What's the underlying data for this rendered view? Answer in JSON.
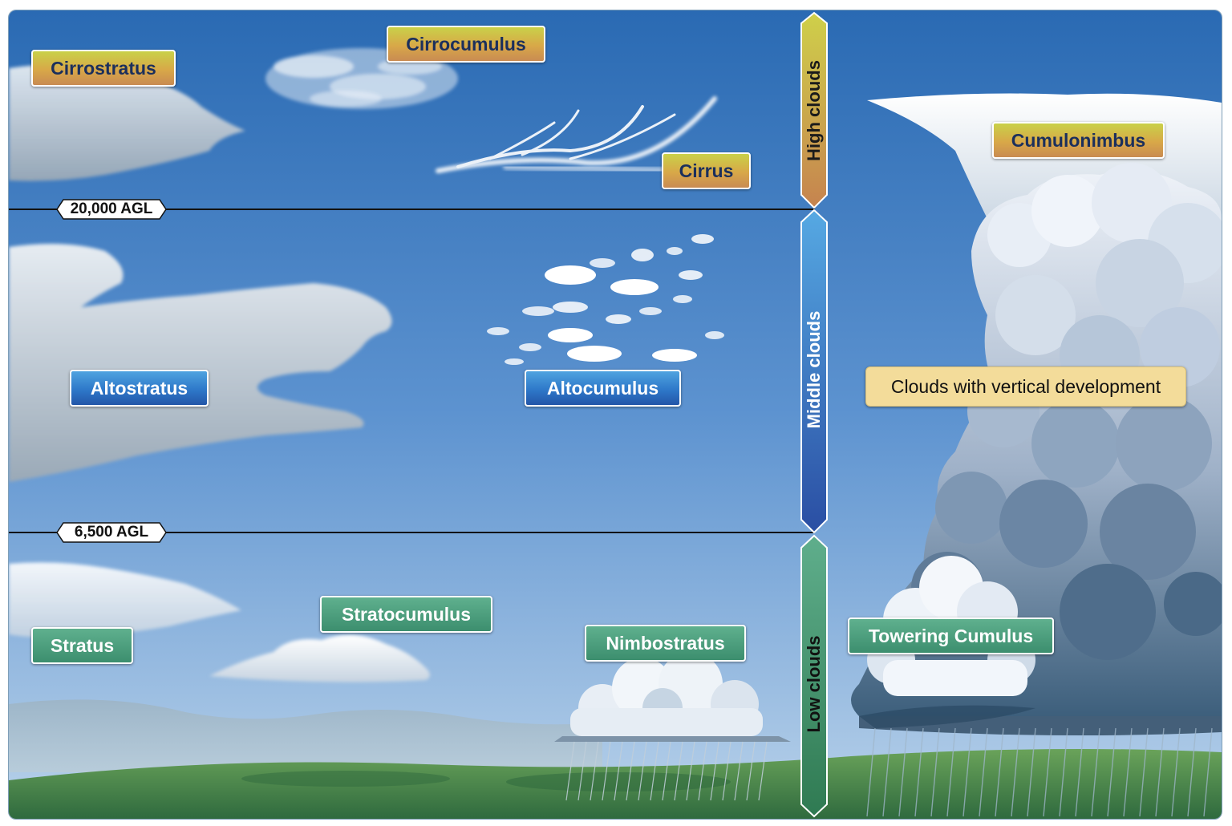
{
  "labels": {
    "cirrostratus": "Cirrostratus",
    "cirrocumulus": "Cirrocumulus",
    "cirrus": "Cirrus",
    "cumulonimbus": "Cumulonimbus",
    "altostratus": "Altostratus",
    "altocumulus": "Altocumulus",
    "vertical_development": "Clouds with vertical development",
    "stratocumulus": "Stratocumulus",
    "stratus": "Stratus",
    "nimbostratus": "Nimbostratus",
    "towering_cumulus": "Towering Cumulus"
  },
  "altitude_markers": {
    "high_boundary": "20,000 AGL",
    "low_boundary": "6,500 AGL"
  },
  "bands": {
    "high": "High clouds",
    "middle": "Middle clouds",
    "low": "Low clouds"
  },
  "colors": {
    "sky_top": "#2a6ab3",
    "sky_bottom": "#a9c7e3",
    "ground": "#3f7f4a",
    "high_label": "#d8a848",
    "middle_label": "#2e78c9",
    "low_label": "#3c8e6e",
    "vertical_label": "#f3dc9a"
  }
}
